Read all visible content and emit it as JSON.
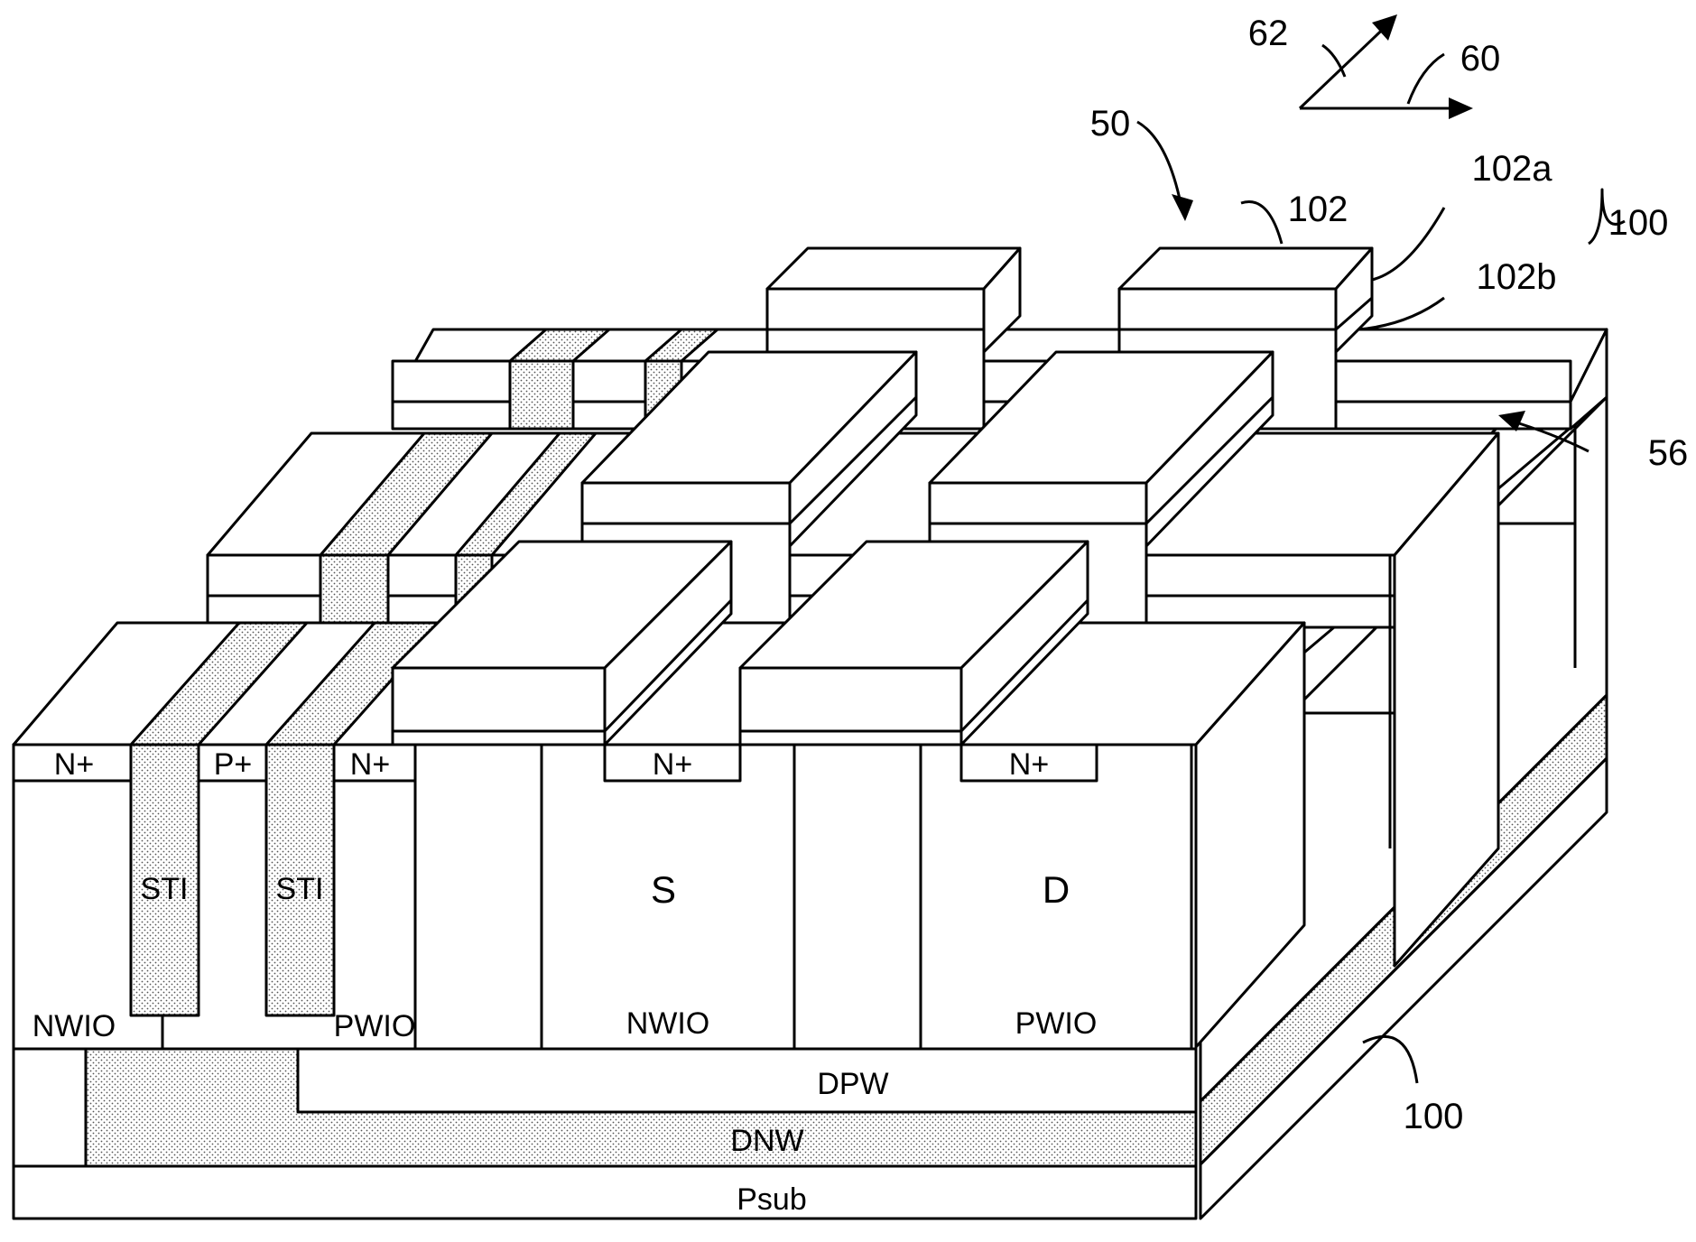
{
  "colors": {
    "line": "#000000",
    "background": "#ffffff",
    "dot_fill": "#cccccc"
  },
  "labels": {
    "n_plus_left": "N+",
    "p_plus": "P+",
    "n_plus_mid": "N+",
    "sti_1": "STI",
    "sti_2": "STI",
    "nwio_left": "NWIO",
    "pwio_left": "PWIO",
    "n_plus_source": "N+",
    "n_plus_drain": "N+",
    "source": "S",
    "drain": "D",
    "nwio_source": "NWIO",
    "pwio_drain": "PWIO",
    "dpw": "DPW",
    "dnw": "DNW",
    "psub": "Psub"
  },
  "references": {
    "axis_62": "62",
    "axis_60": "60",
    "ref_50": "50",
    "ref_102": "102",
    "ref_102a": "102a",
    "ref_102b": "102b",
    "ref_100_top": "100",
    "ref_56": "56",
    "ref_100_bottom": "100"
  }
}
